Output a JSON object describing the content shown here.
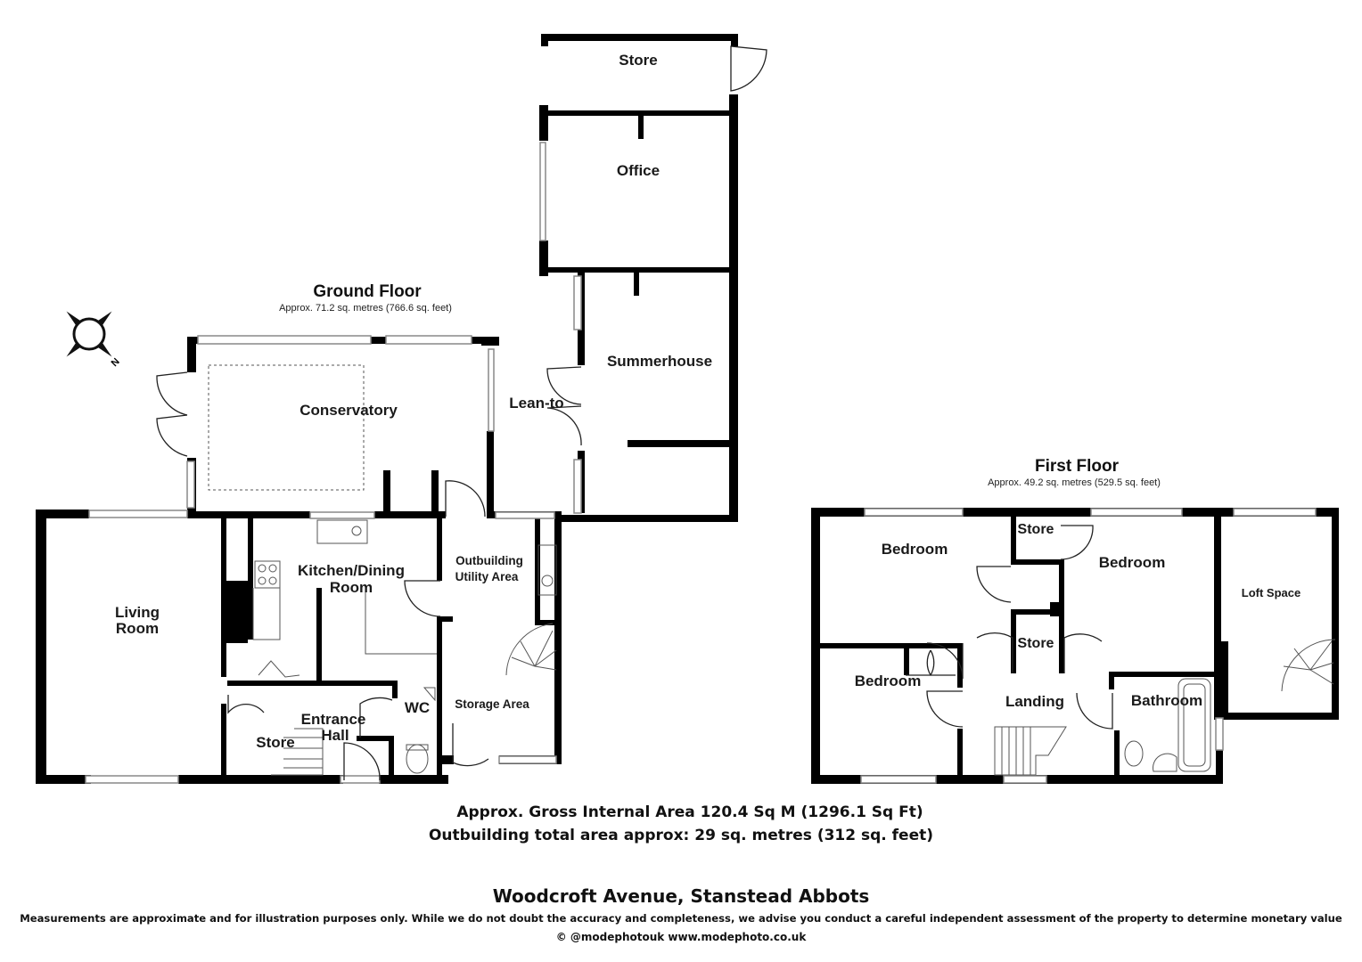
{
  "ground_floor": {
    "title": "Ground Floor",
    "area": "Approx. 71.2 sq. metres (766.6 sq. feet)",
    "rooms": {
      "store_top": "Store",
      "office": "Office",
      "summerhouse": "Summerhouse",
      "lean_to": "Lean-to",
      "conservatory": "Conservatory",
      "kitchen_line1": "Kitchen/Dining",
      "kitchen_line2": "Room",
      "living_line1": "Living",
      "living_line2": "Room",
      "utility_line1": "Outbuilding",
      "utility_line2": "Utility Area",
      "storage_area": "Storage Area",
      "wc": "WC",
      "entrance_line1": "Entrance",
      "entrance_line2": "Hall",
      "store_hall": "Store"
    }
  },
  "first_floor": {
    "title": "First Floor",
    "area": "Approx. 49.2 sq. metres (529.5 sq. feet)",
    "rooms": {
      "bedroom_1": "Bedroom",
      "store_1": "Store",
      "bedroom_2": "Bedroom",
      "loft": "Loft Space",
      "store_2": "Store",
      "bedroom_3": "Bedroom",
      "landing": "Landing",
      "bathroom": "Bathroom"
    }
  },
  "compass": {
    "icon": "compass-icon",
    "north_letter": "N"
  },
  "footer": {
    "gross_area": "Approx. Gross Internal Area 120.4  Sq M (1296.1 Sq Ft)",
    "outbuilding_area": "Outbuilding total area approx: 29 sq. metres (312 sq. feet)",
    "address": "Woodcroft Avenue, Stanstead Abbots",
    "disclaimer": "Measurements are approximate and for illustration purposes only. While we do not doubt the accuracy and completeness, we advise you conduct a careful independent assessment of the property to determine monetary value",
    "copyright": "© @modephotouk www.modephoto.co.uk"
  },
  "colors": {
    "wall": "#000000",
    "window": "#888888",
    "background": "#ffffff"
  }
}
